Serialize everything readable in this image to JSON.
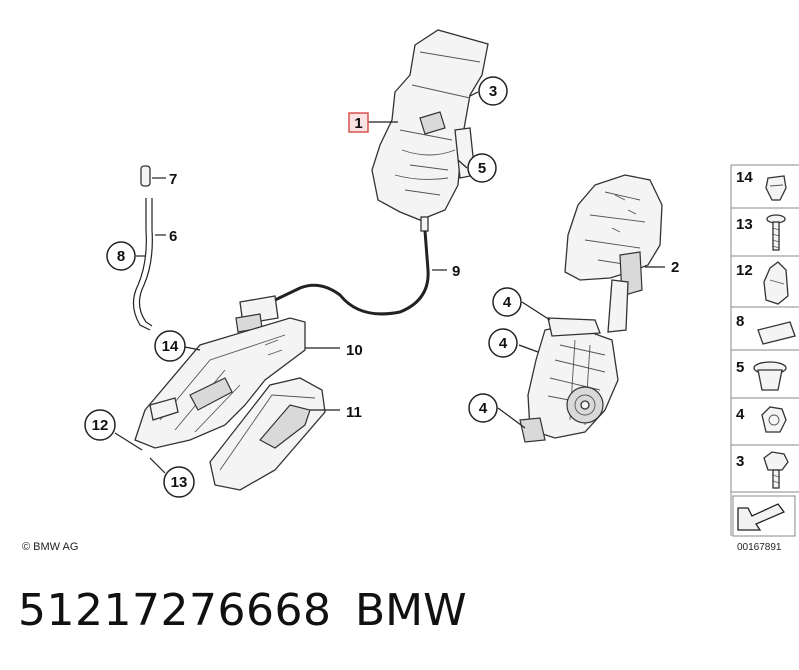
{
  "callouts": {
    "c1": "1",
    "c2": "2",
    "c3": "3",
    "c4a": "4",
    "c4b": "4",
    "c4c": "4",
    "c5": "5",
    "c6": "6",
    "c7": "7",
    "c8": "8",
    "c9": "9",
    "c10": "10",
    "c11": "11",
    "c12": "12",
    "c13": "13",
    "c14": "14"
  },
  "legend": [
    "14",
    "13",
    "12",
    "8",
    "5",
    "4",
    "3"
  ],
  "colors": {
    "highlight": "#d9534f",
    "highlight_fill": "#fbe3e3",
    "ink": "#222222"
  },
  "footer": {
    "copyright": "© BMW AG",
    "diagram_id": "00167891",
    "part_number": "51217276668",
    "brand": "BMW"
  }
}
